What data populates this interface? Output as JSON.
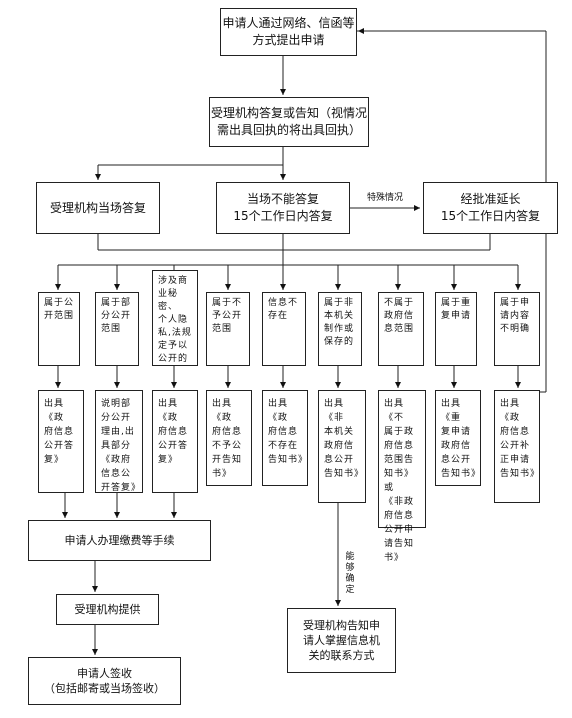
{
  "nodes": {
    "apply": "申请人通过网络、信函等\n方式提出申请",
    "reply": "受理机构答复或告知（视情况\n需出具回执的将出具回执）",
    "onsite": "受理机构当场答复",
    "not_onsite": "当场不能答复\n15个工作日内答复",
    "extend": "经批准延长\n15个工作日内答复",
    "cat1": "属于公\n开范围",
    "cat2": "属于部\n分公开\n范围",
    "cat3": "涉及商\n业秘密、\n个人隐\n私,法规\n定予以\n公开的",
    "cat4": "属于不\n予公开\n范围",
    "cat5": "信息不\n存在",
    "cat6": "属于非\n本机关\n制作或\n保存的",
    "cat7": "不属于\n政府信\n息范围",
    "cat8": "属于重\n复申请",
    "cat9": "属于申\n请内容\n不明确",
    "out1": "出具《政\n府信息\n公开答\n复》",
    "out2": "说明部\n分公开\n理由,出\n具部分\n《政府\n信息公\n开答复》",
    "out3": "出具《政\n府信息\n公开答\n复》",
    "out4": "出具《政\n府信息\n不予公\n开告知\n书》",
    "out5": "出具《政\n府信息\n不存在\n告知书》",
    "out6": "出具《非\n本机关\n政府信\n息公开\n告知书》",
    "out7": "出具《不\n属于政\n府信息\n范围告\n知书》或\n《非政\n府信息\n公开申\n请告知\n书》",
    "out8": "出具《重\n复申请\n政府信\n息公开\n告知书》",
    "out9": "出具《政\n府信息\n公开补\n正申请\n告知书》",
    "fees": "申请人办理缴费等手续",
    "provide": "受理机构提供",
    "receipt": "申请人签收\n（包括邮寄或当场签收）",
    "inform": "受理机构告知申\n请人掌握信息机\n关的联系方式"
  },
  "labels": {
    "special": "特殊情况",
    "can_determine": "能\n够\n确\n定"
  }
}
